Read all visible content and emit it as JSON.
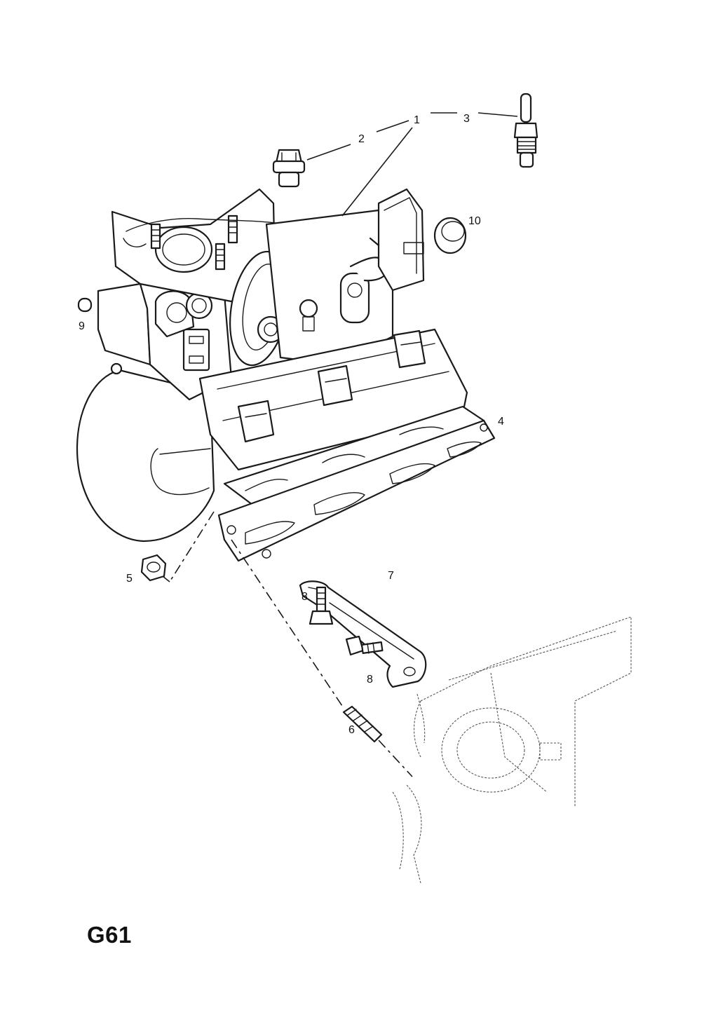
{
  "diagram": {
    "callouts": [
      "1",
      "2",
      "3",
      "4",
      "5",
      "6",
      "7",
      "8",
      "8",
      "9",
      "10"
    ],
    "code": "G61"
  },
  "colors": {
    "line": "#1a1a1a",
    "background": "#ffffff"
  }
}
